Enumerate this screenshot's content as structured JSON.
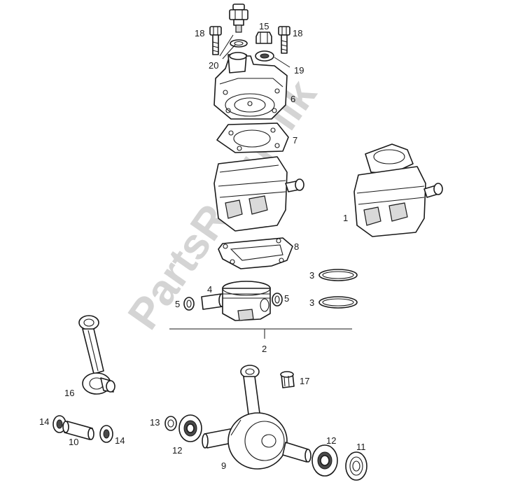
{
  "watermark": "PartsRepublik",
  "labels": {
    "p1": "1",
    "p2": "2",
    "p3a": "3",
    "p3b": "3",
    "p4": "4",
    "p5a": "5",
    "p5b": "5",
    "p6": "6",
    "p7": "7",
    "p8": "8",
    "p9": "9",
    "p10": "10",
    "p11": "11",
    "p12a": "12",
    "p12b": "12",
    "p13": "13",
    "p14a": "14",
    "p14b": "14",
    "p15": "15",
    "p16": "16",
    "p17": "17",
    "p18a": "18",
    "p18b": "18",
    "p19": "19",
    "p20": "20"
  },
  "colors": {
    "line": "#1a1a1a",
    "watermark": "#d4d4d4",
    "background": "#ffffff"
  }
}
